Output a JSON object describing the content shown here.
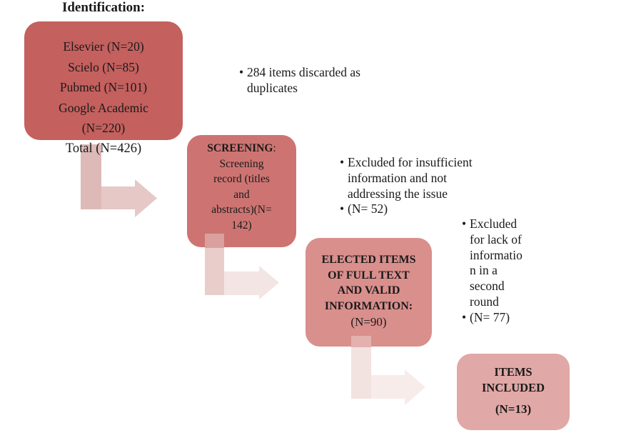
{
  "title": "Identification:",
  "identification_box": {
    "sources": "Elsevier (N=20)\nScielo (N=85)\nPubmed (N=101)\nGoogle Academic\n(N=220)",
    "total": "Total (N=426)"
  },
  "screening_box": {
    "title": "SCREENING",
    "colon": ":",
    "body": "Screening\nrecord (titles\nand\nabstracts)(N=\n142)"
  },
  "elected_box": {
    "title": "ELECTED ITEMS\nOF FULL TEXT\nAND VALID\nINFORMATION:",
    "count": "(N=90)"
  },
  "included_box": {
    "title": "ITEMS\nINCLUDED",
    "count": "(N=13)"
  },
  "callouts": {
    "duplicates": {
      "items": [
        "284 items discarded as\nduplicates"
      ]
    },
    "insufficient": {
      "items": [
        "Excluded for insufficient\ninformation and not\naddressing the issue",
        "(N= 52)"
      ]
    },
    "second_round": {
      "items": [
        "Excluded\nfor lack of\ninformatio\nn in a\nsecond\nround",
        "(N= 77)"
      ]
    }
  },
  "colors": {
    "box_identification": "#c4605e",
    "box_screening": "#cd7472",
    "box_elected": "#d98f8c",
    "box_included": "#e0a8a6",
    "arrow1_vertical": "#ddb9b7",
    "arrow1_horizontal": "#e6c8c6",
    "arrow2_vertical": "#e9cdcb",
    "arrow2_horizontal": "#f3e5e3",
    "arrow2_overlap": "#d9a09e",
    "arrow3_vertical": "#f2e2e0",
    "arrow3_horizontal": "#f7ece9",
    "arrow3_overlap": "#e3b1ae",
    "text": "#1a1a1a"
  }
}
